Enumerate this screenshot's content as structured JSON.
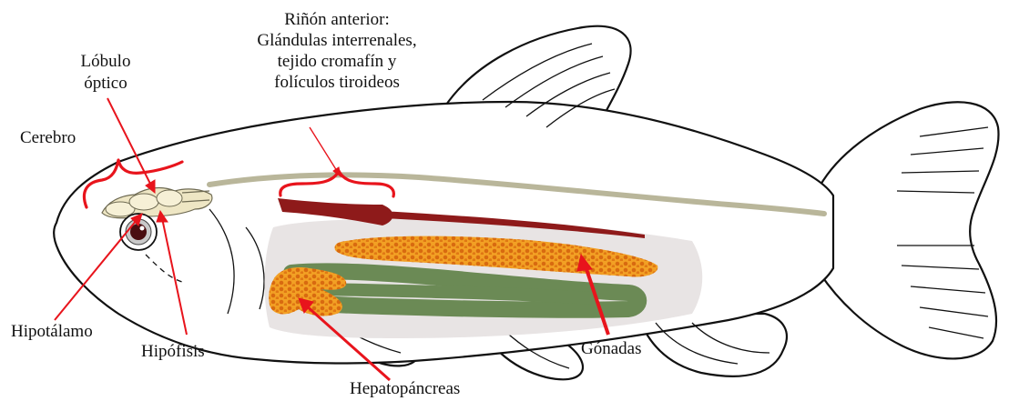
{
  "labels": {
    "rinon_anterior": [
      "Riñón anterior:",
      "Glándulas interrenales,",
      "tejido cromafín  y",
      "folículos tiroideos"
    ],
    "lobulo_optico": [
      "Lóbulo",
      "óptico"
    ],
    "cerebro": "Cerebro",
    "hipotalamo": "Hipotálamo",
    "hipofisis": "Hipófisis",
    "gonadas": "Gónadas",
    "hepatopancreas": "Hepatopáncreas"
  },
  "colors": {
    "outline": "#111111",
    "arrow_red": "#e8141c",
    "brace_red": "#e8141c",
    "spinal_cord": "#b9b69a",
    "kidney": "#8e1a1a",
    "cavity": "#e8e4e4",
    "gonad_orange": "#f2a024",
    "gonad_dots": "#d86a10",
    "intestine_green": "#6b8a55",
    "brain_cream": "#eee6c4",
    "eye_dark": "#4a0d10"
  }
}
